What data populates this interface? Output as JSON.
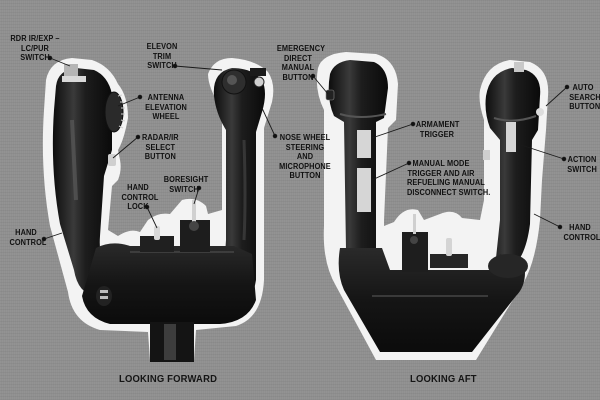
{
  "figure": {
    "views": [
      {
        "id": "forward",
        "caption": "LOOKING FORWARD"
      },
      {
        "id": "aft",
        "caption": "LOOKING AFT"
      }
    ]
  },
  "callouts_forward": {
    "rdr_switch": {
      "lines": [
        "RDR IR/EXP –",
        "LC/PUR",
        "SWITCH"
      ]
    },
    "elevon_trim": {
      "lines": [
        "ELEVON",
        "TRIM",
        "SWITCH"
      ]
    },
    "antenna_elevation": {
      "lines": [
        "ANTENNA",
        "ELEVATION",
        "WHEEL"
      ]
    },
    "radar_ir_select": {
      "lines": [
        "RADAR/IR",
        "SELECT",
        "BUTTON"
      ]
    },
    "nose_wheel": {
      "lines": [
        "NOSE WHEEL",
        "STEERING",
        "AND",
        "MICROPHONE",
        "BUTTON"
      ]
    },
    "hand_control_lock": {
      "lines": [
        "HAND",
        "CONTROL",
        "LOCK"
      ]
    },
    "boresight_switch": {
      "lines": [
        "BORESIGHT",
        "SWITCH"
      ]
    },
    "hand_control": {
      "lines": [
        "HAND",
        "CONTROL"
      ]
    }
  },
  "callouts_aft": {
    "emergency_direct": {
      "lines": [
        "EMERGENCY",
        "DIRECT",
        "MANUAL",
        "BUTTON"
      ]
    },
    "armament_trigger": {
      "lines": [
        "ARMAMENT",
        "TRIGGER"
      ]
    },
    "manual_mode_trigger": {
      "lines": [
        "MANUAL MODE",
        "TRIGGER AND AIR",
        "REFUELING MANUAL",
        "DISCONNECT SWITCH."
      ]
    },
    "auto_search": {
      "lines": [
        "AUTO",
        "SEARCH",
        "BUTTON"
      ]
    },
    "action_switch": {
      "lines": [
        "ACTION",
        "SWITCH"
      ]
    },
    "hand_control": {
      "lines": [
        "HAND",
        "CONTROL"
      ]
    }
  },
  "colors": {
    "background": "#8f8f8f",
    "halo": "#f4f4f4",
    "body": "#1c1c1c",
    "text": "#111111"
  }
}
